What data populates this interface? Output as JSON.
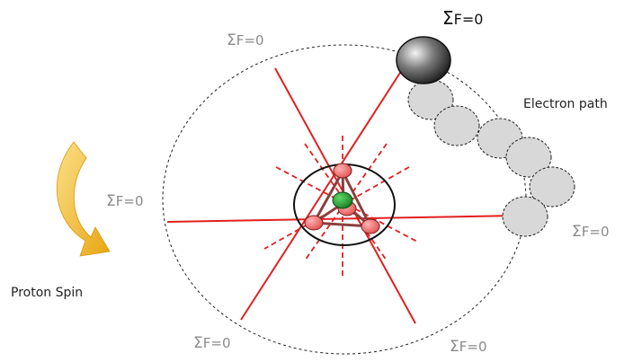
{
  "labels": {
    "sum_force_symbol": "Σ",
    "sum_force_rest": "F=0",
    "electron_path": "Electron path",
    "proton_spin": "Proton Spin"
  },
  "colors": {
    "force_line": "#e02020",
    "proton_fill": "#f07070",
    "neutron_fill": "#1f9a2a",
    "electron_ghost": "#d8d8d8",
    "electron_active": "#2a2a2a",
    "spin_arrow": "#f2b61a",
    "label_gray": "#8a8a8a"
  }
}
